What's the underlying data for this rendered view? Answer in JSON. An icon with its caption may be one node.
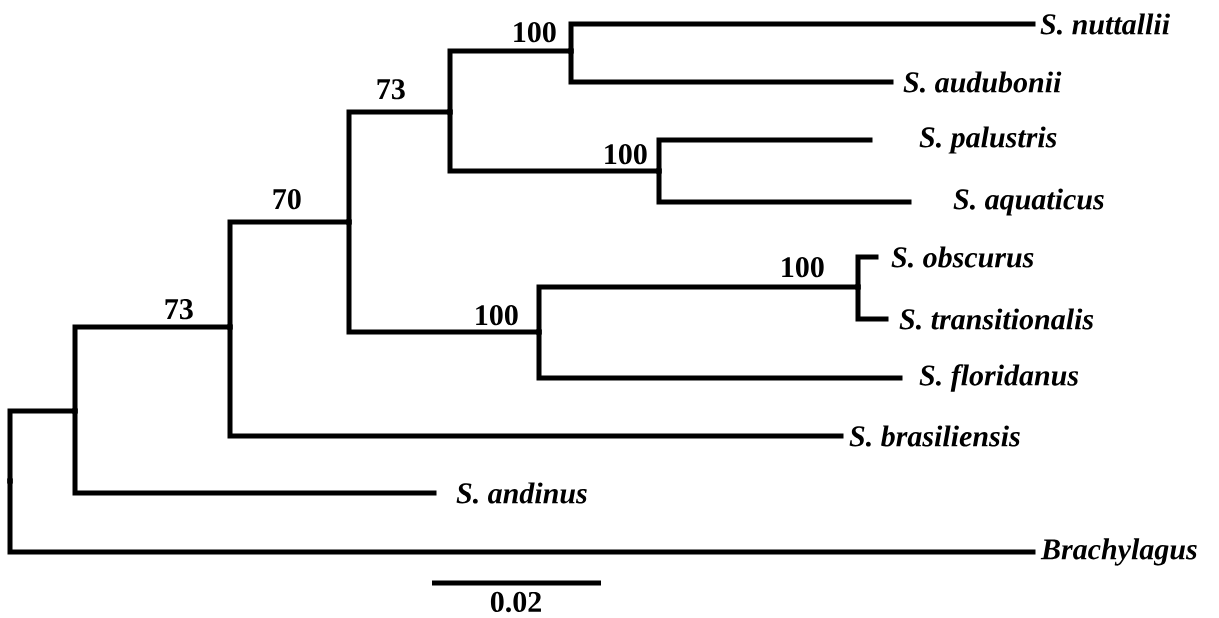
{
  "diagram": {
    "nodes": [
      {
        "text": [],
        "shape": "point"
      },
      {
        "text": [],
        "shape": "point"
      },
      {
        "text": [],
        "shape": "point",
        "beside": [
          "73"
        ]
      },
      {
        "text": [],
        "shape": "point",
        "beside": [
          "70"
        ]
      },
      {
        "text": [],
        "shape": "point",
        "beside": [
          "73"
        ]
      },
      {
        "text": [],
        "shape": "point",
        "beside": [
          "100"
        ]
      },
      {
        "text": [
          "S. nuttallii"
        ]
      },
      {
        "text": [
          "S. audubonii"
        ]
      },
      {
        "text": [],
        "shape": "point",
        "beside": [
          "100"
        ]
      },
      {
        "text": [
          "S. palustris"
        ]
      },
      {
        "text": [
          "S. aquaticus"
        ]
      },
      {
        "text": [],
        "shape": "point",
        "beside": [
          "100"
        ]
      },
      {
        "text": [],
        "shape": "point",
        "beside": [
          "100"
        ]
      },
      {
        "text": [
          "S. obscurus"
        ]
      },
      {
        "text": [
          "S. transitionalis"
        ]
      },
      {
        "text": [
          "S. floridanus"
        ]
      },
      {
        "text": [
          "S. brasiliensis"
        ]
      },
      {
        "text": [
          "S. andinus"
        ]
      },
      {
        "text": [
          "Brachylagus"
        ]
      }
    ],
    "edges": [
      {
        "from": 0,
        "to": 1,
        "arrow": "none"
      },
      {
        "from": 0,
        "to": 18,
        "arrow": "none"
      },
      {
        "from": 1,
        "to": 2,
        "arrow": "none"
      },
      {
        "from": 1,
        "to": 17,
        "arrow": "none"
      },
      {
        "from": 2,
        "to": 3,
        "arrow": "none"
      },
      {
        "from": 2,
        "to": 16,
        "arrow": "none"
      },
      {
        "from": 3,
        "to": 4,
        "arrow": "none"
      },
      {
        "from": 3,
        "to": 11,
        "arrow": "none"
      },
      {
        "from": 4,
        "to": 5,
        "arrow": "none"
      },
      {
        "from": 4,
        "to": 8,
        "arrow": "none"
      },
      {
        "from": 5,
        "to": 6,
        "arrow": "none"
      },
      {
        "from": 5,
        "to": 7,
        "arrow": "none"
      },
      {
        "from": 8,
        "to": 9,
        "arrow": "none"
      },
      {
        "from": 8,
        "to": 10,
        "arrow": "none"
      },
      {
        "from": 11,
        "to": 12,
        "arrow": "none"
      },
      {
        "from": 11,
        "to": 15,
        "arrow": "none"
      },
      {
        "from": 12,
        "to": 13,
        "arrow": "none"
      },
      {
        "from": 12,
        "to": 14,
        "arrow": "none"
      }
    ],
    "labels": [
      "0.02"
    ]
  }
}
